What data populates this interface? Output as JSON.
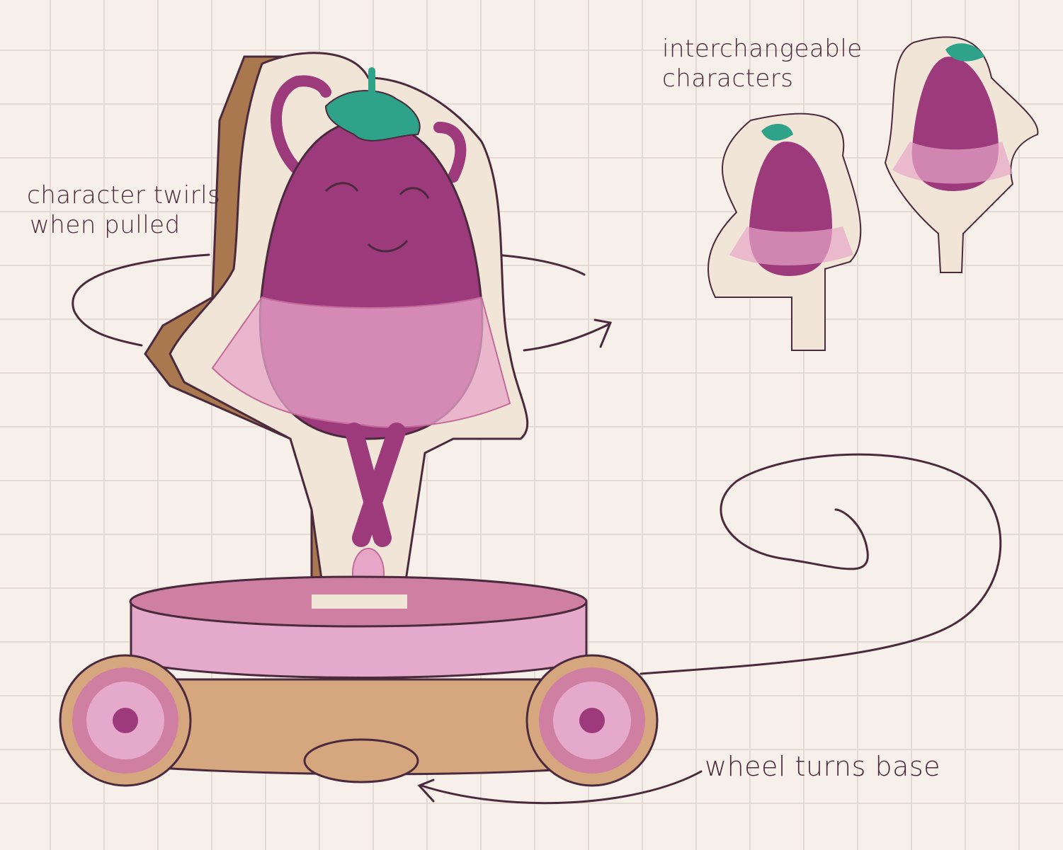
{
  "annotations": {
    "twirl": [
      "character twirls",
      "when pulled"
    ],
    "interchangeable": [
      "interchangeable",
      "characters"
    ],
    "wheel": "wheel turns base"
  },
  "colors": {
    "background": "#f6efea",
    "grid": "#e4d9d3",
    "eggplant": "#9c3a7c",
    "leaf": "#2ea38a",
    "tutu": "#e7a6c8",
    "base_top": "#cf7fa2",
    "base_band": "#e5aacb",
    "wood": "#d6a77f",
    "wood_dark": "#a9784f",
    "ink": "#4a2a3c"
  }
}
